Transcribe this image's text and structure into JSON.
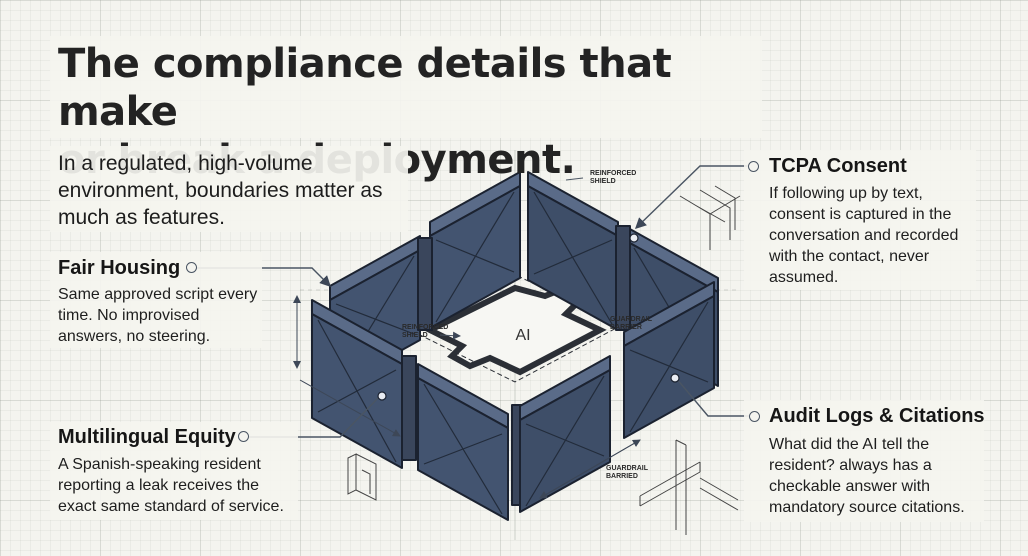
{
  "header": {
    "title_line1": "The compliance details that make",
    "title_line2": "or break a deployment.",
    "subtitle": "In a regulated, high-volume environment, boundaries matter as much as features."
  },
  "diagram": {
    "center_label": "AI",
    "labels": {
      "shield_top": [
        "REINFORCED",
        "SHIELD"
      ],
      "shield_inner": [
        "REINFORCED",
        "SHIELD"
      ],
      "guardrail_inner": [
        "GUARDRAIL",
        "BARRIER"
      ],
      "guardrail_bottom": [
        "GUARDRAIL",
        "BARRIED"
      ]
    }
  },
  "callouts": {
    "fair_housing": {
      "title": "Fair Housing",
      "body": "Same approved script every time. No improvised answers, no steering."
    },
    "multilingual": {
      "title": "Multilingual Equity",
      "body": "A Spanish-speaking resident reporting a leak receives the exact same standard of service."
    },
    "tcpa": {
      "title": "TCPA Consent",
      "body": "If following up by text, consent is captured in the conversation and recorded with the contact, never assumed."
    },
    "audit": {
      "title": "Audit Logs & Citations",
      "body": "What did the AI tell the resident? always has a checkable answer with mandatory source citations."
    }
  },
  "colors": {
    "panel_fill": "#435470",
    "panel_stroke": "#1b2230",
    "leader": "#4a5563"
  }
}
